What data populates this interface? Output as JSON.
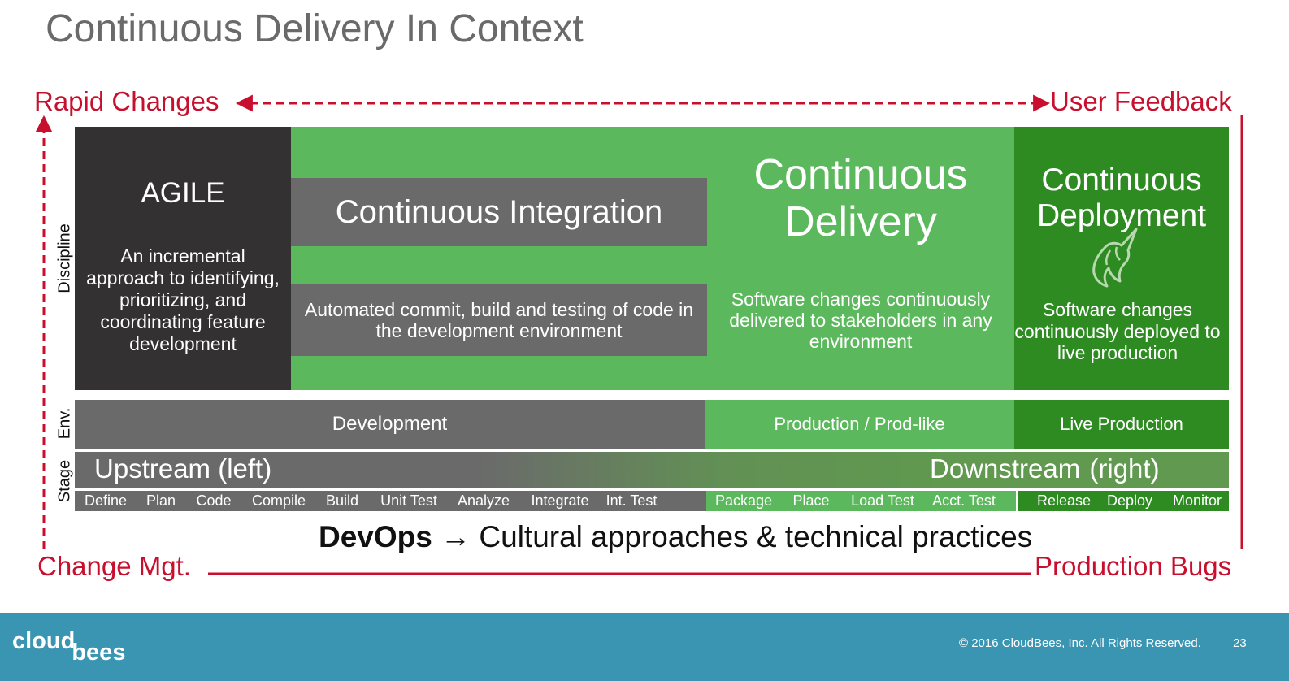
{
  "title": "Continuous Delivery In Context",
  "loop": {
    "top_left": "Rapid Changes",
    "top_right": "User Feedback",
    "bottom_left": "Change Mgt.",
    "bottom_right": "Production Bugs",
    "color": "#c8102e"
  },
  "row_labels": {
    "discipline": "Discipline",
    "env": "Env.",
    "stage": "Stage"
  },
  "disciplines": {
    "agile": {
      "title": "AGILE",
      "description": "An incremental approach to identifying, prioritizing, and coordinating feature development"
    },
    "ci": {
      "title": "Continuous Integration",
      "description": "Automated commit, build and testing of code in the development environment"
    },
    "cd": {
      "title": "Continuous Delivery",
      "description": "Software changes continuously delivered to stakeholders in any environment"
    },
    "deployment": {
      "title": "Continuous Deployment",
      "icon": "unicorn-icon",
      "description": "Software changes continuously deployed to live production"
    }
  },
  "environments": {
    "development": "Development",
    "production": "Production / Prod-like",
    "live": "Live Production"
  },
  "stages": {
    "upstream": "Upstream (left)",
    "downstream": "Downstream (right)"
  },
  "steps": {
    "development": [
      "Define",
      "Plan",
      "Code",
      "Compile",
      "Build",
      "Unit Test",
      "Analyze",
      "Integrate",
      "Int. Test"
    ],
    "delivery": [
      "Package",
      "Place",
      "Load Test",
      "Acct. Test"
    ],
    "deployment": [
      "Release",
      "Deploy",
      "Monitor"
    ]
  },
  "devops": {
    "bold": "DevOps",
    "arrow": "→",
    "rest": "Cultural approaches & technical practices"
  },
  "footer": {
    "logo_part1": "cloud",
    "logo_part2": "bees",
    "copyright": "© 2016 CloudBees, Inc. All Rights Reserved.",
    "page_number": "23"
  },
  "colors": {
    "dark": "#333132",
    "gray": "#6b6a6b",
    "green": "#5cb85c",
    "dark_green": "#2e8b22",
    "footer": "#3a95b2"
  }
}
